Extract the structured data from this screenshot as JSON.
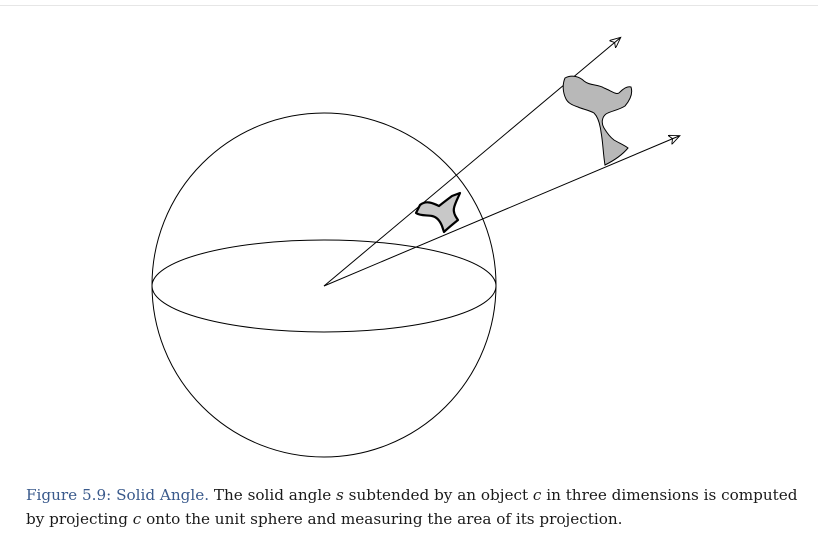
{
  "figure": {
    "label": "Figure 5.9: Solid Angle.",
    "caption_parts": {
      "p1": " The solid angle ",
      "m1": "s",
      "p2": " subtended by an object ",
      "m2": "c",
      "p3": " in three dimensions is computed by projecting ",
      "m3": "c",
      "p4": " onto the unit sphere and measuring the area of its projection."
    }
  },
  "diagram": {
    "line_color": "#000000",
    "object_fill": "#b8b8b8",
    "projection_fill": "#c8c8c8",
    "background": "#ffffff"
  }
}
